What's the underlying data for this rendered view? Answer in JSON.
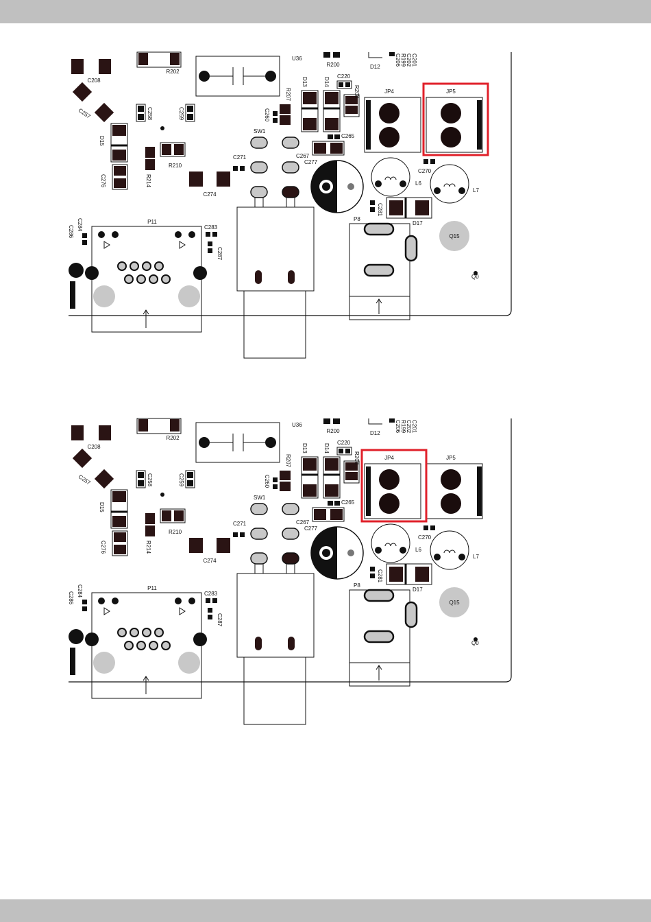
{
  "colors": {
    "highlight": "#e0202a",
    "pad": "#2a1414",
    "silk": "#111111",
    "grey": "#c8c8c8",
    "bar": "#c0c0c0"
  },
  "diagrams": [
    {
      "highlight": "JP5"
    },
    {
      "highlight": "JP4"
    }
  ],
  "labels": {
    "c208": "C208",
    "r202": "R202",
    "u36": "U36",
    "r200": "R200",
    "d12": "D12",
    "c206": "C206",
    "c202": "C202",
    "c201": "C201",
    "r199": "R199",
    "c257": "C257",
    "c258": "C258",
    "c259": "C259",
    "c260": "C260",
    "r207": "R207",
    "d13": "D13",
    "d14": "D14",
    "r208": "R208",
    "c220": "C220",
    "jp4": "JP4",
    "jp5": "JP5",
    "sw1": "SW1",
    "c265": "C265",
    "c267": "C267",
    "c277": "C277",
    "c271": "C271",
    "c270": "C270",
    "d15": "D15",
    "r210": "R210",
    "r214": "R214",
    "c276": "C276",
    "c274": "C274",
    "l6": "L6",
    "l7": "L7",
    "c281": "C281",
    "d17": "D17",
    "p8": "P8",
    "p11": "P11",
    "c283": "C283",
    "c284": "C284",
    "c286": "C286",
    "c287": "C287",
    "q15": "Q15",
    "q0": "Q0"
  }
}
